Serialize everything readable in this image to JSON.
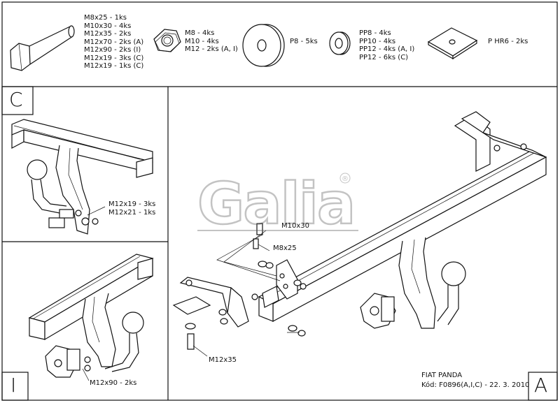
{
  "parts": {
    "bolts": [
      "M8x25 - 1ks",
      "M10x30 - 4ks",
      "M12x35 - 2ks",
      "M12x70 - 2ks (A)",
      "M12x90 - 2ks (I)",
      "M12x19 - 3ks (C)",
      "M12x19 - 1ks (C)"
    ],
    "nuts": [
      "M8 - 4ks",
      "M10 - 4ks",
      "M12 - 2ks (A, I)"
    ],
    "washer": [
      "P8 - 5ks"
    ],
    "spring_washers": [
      "PP8 - 4ks",
      "PP10 - 4ks",
      "PP12 - 4ks (A, I)",
      "PP12 - 6ks (C)"
    ],
    "plate": [
      "P HR6 - 2ks"
    ]
  },
  "panel_c": {
    "letter": "C",
    "labels": [
      "M12x19 - 3ks",
      "M12x21 - 1ks"
    ]
  },
  "panel_i": {
    "letter": "I",
    "label": "M12x90 - 2ks"
  },
  "panel_a": {
    "letter": "A",
    "labels": {
      "m10": "M10x30",
      "m8": "M8x25",
      "m12": "M12x35"
    },
    "title": "FIAT PANDA",
    "code": "Kód: F0896(A,I,C) - 22. 3. 2010"
  },
  "logo": {
    "text": "Galia",
    "mark": "®"
  }
}
